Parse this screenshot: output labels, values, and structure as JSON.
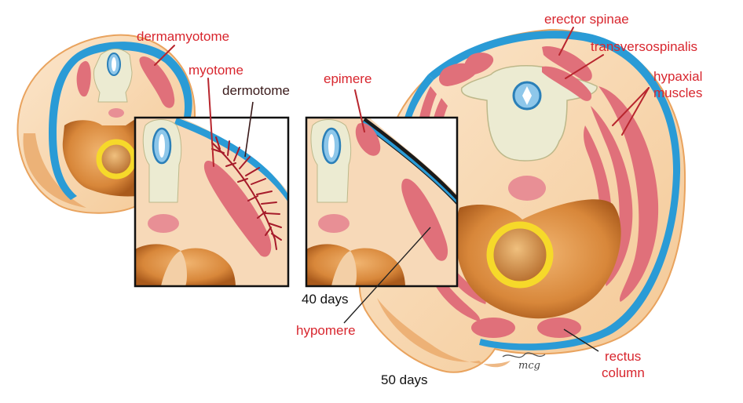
{
  "labels": {
    "dermamyotome": "dermamyotome",
    "myotome": "myotome",
    "dermotome": "dermotome",
    "epimere": "epimere",
    "hypomere": "hypomere",
    "days40": "40 days",
    "days50": "50 days",
    "erector_spinae": "erector spinae",
    "transversospinalis": "transversospinalis",
    "hypaxial_line1": "hypaxial",
    "hypaxial_line2": "muscles",
    "rectus_line1": "rectus",
    "rectus_line2": "column",
    "artist_signature": "mcg"
  },
  "colors": {
    "label_red": "#d8262e",
    "skin": "#f7d9b8",
    "skin_edge": "#e9a35e",
    "ectoderm_blue": "#2a9bd6",
    "muscle_pink": "#e0707a",
    "cartilage": "#ecebd2",
    "gut_yellow": "#f6d92a",
    "mesenchyme_orange": "#d98a3a"
  }
}
